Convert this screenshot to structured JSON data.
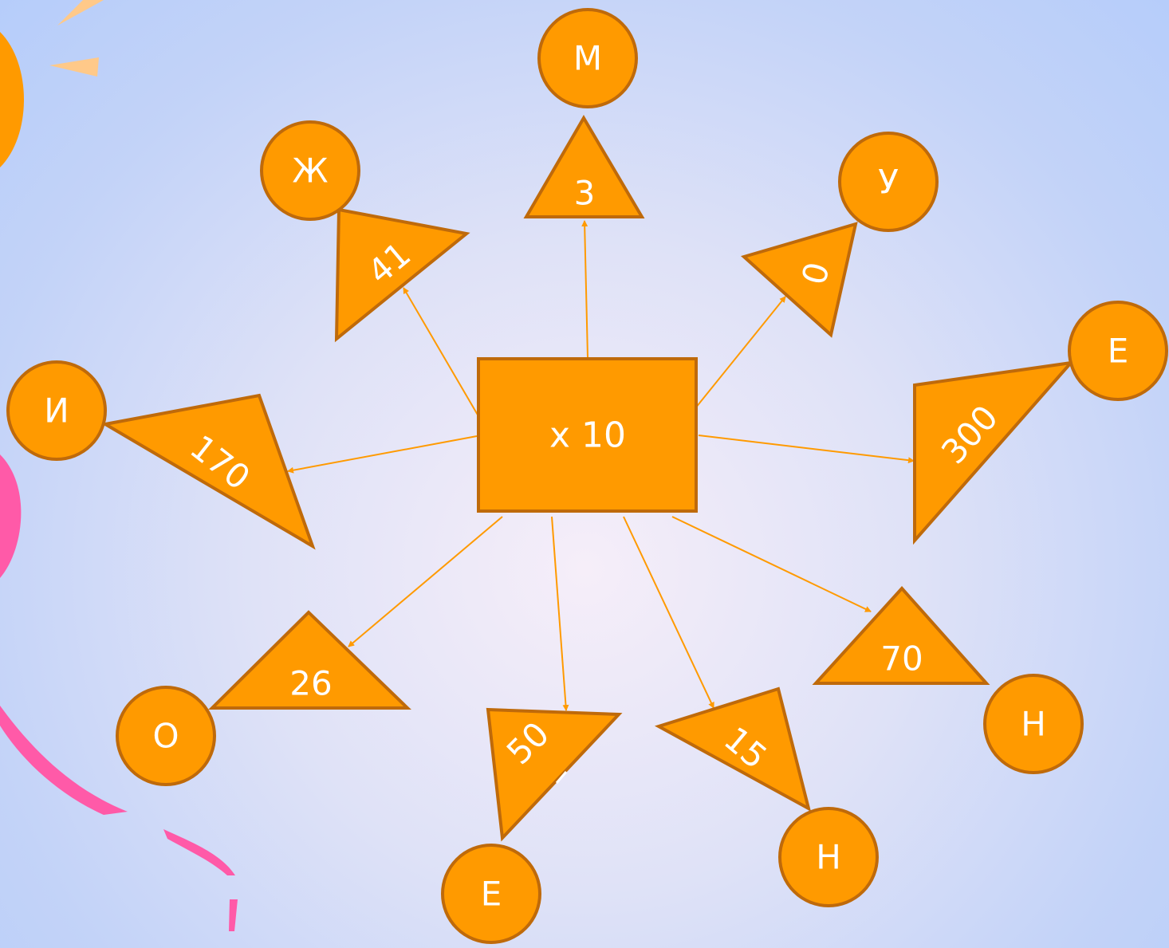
{
  "center": {
    "label": "x 10"
  },
  "nodes": [
    {
      "number": "3",
      "letter": "М"
    },
    {
      "number": "41",
      "letter": "Ж"
    },
    {
      "number": "0",
      "letter": "У"
    },
    {
      "number": "170",
      "letter": "И"
    },
    {
      "number": "300",
      "letter": "Е"
    },
    {
      "number": "26",
      "letter": "О"
    },
    {
      "number": "50",
      "letter": "Е"
    },
    {
      "number": "15",
      "letter": "Н"
    },
    {
      "number": "70",
      "letter": "Н"
    }
  ],
  "colors": {
    "shape_fill": "#ff9a00",
    "shape_stroke": "#bf6a0a",
    "text": "#ffffff",
    "decor_pink": "#ff5aa8",
    "decor_peach": "#ffc989"
  }
}
